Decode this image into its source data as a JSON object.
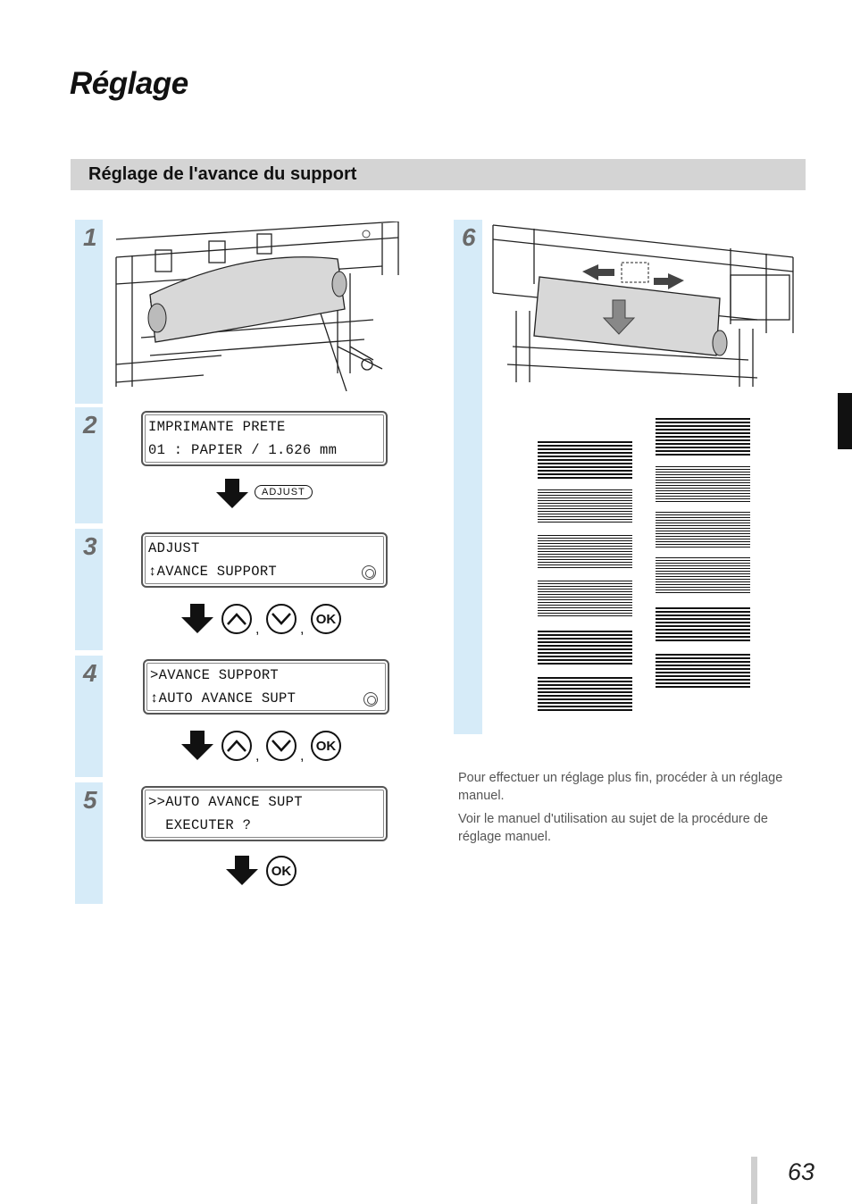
{
  "page": {
    "title": "Réglage",
    "section_title": "Réglage de l'avance du support",
    "page_number": "63"
  },
  "steps": [
    {
      "num": "1"
    },
    {
      "num": "2",
      "lcd": [
        "IMPRIMANTE PRETE",
        "01 : PAPIER / 1.626 mm"
      ],
      "next_key": "ADJUST"
    },
    {
      "num": "3",
      "lcd": [
        "ADJUST",
        "↕AVANCE SUPPORT"
      ],
      "comma": ","
    },
    {
      "num": "4",
      "lcd": [
        ">AVANCE SUPPORT",
        "↕AUTO AVANCE SUPT"
      ],
      "comma": ","
    },
    {
      "num": "5",
      "lcd": [
        ">>AUTO AVANCE SUPT",
        "  EXECUTER ?"
      ]
    },
    {
      "num": "6"
    }
  ],
  "buttons": {
    "ok": "OK",
    "up": "up-arrow-icon",
    "down": "down-arrow-icon"
  },
  "notes": [
    "Pour effectuer un réglage plus fin, procéder à un réglage manuel.",
    "Voir le manuel d'utilisation au sujet de la procédure de réglage manuel."
  ],
  "colors": {
    "step_strip": "#d6ebf8",
    "section_bar": "#d4d4d4"
  }
}
